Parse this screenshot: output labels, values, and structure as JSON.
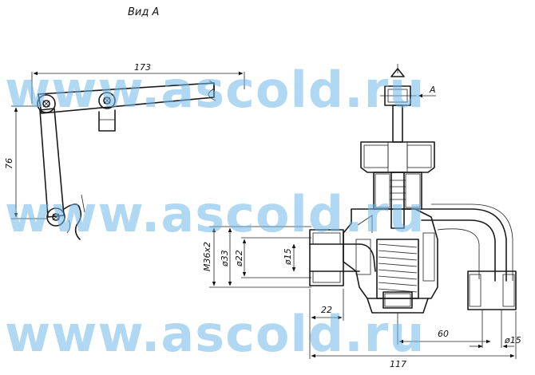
{
  "title": "Вид А",
  "view_marker": "A",
  "watermark": "www.ascold.ru",
  "colors": {
    "watermark": "#6fb8ea",
    "line": "#1a1a1a",
    "background": "#ffffff"
  },
  "dimensions": {
    "lever_length": "173",
    "lever_height": "76",
    "thread": "M36x2",
    "dia_33": "ø33",
    "dia_22": "ø22",
    "dia_15_inlet": "ø15",
    "inlet_length": "22",
    "outlet_offset": "60",
    "dia_15_outlet": "ø15",
    "overall_length": "117"
  }
}
